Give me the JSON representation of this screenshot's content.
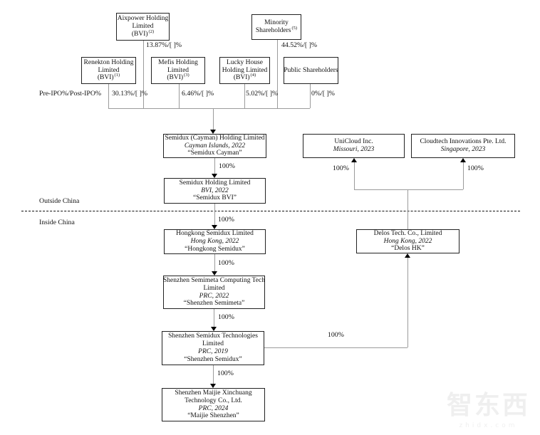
{
  "labels": {
    "pre_ipo": "Pre-IPO%/Post-IPO%",
    "outside_china": "Outside China",
    "inside_china": "Inside China"
  },
  "nodes": {
    "aixpower": {
      "l1": "Aixpower Holding",
      "l2": "Limited",
      "l3": "(BVI)",
      "sup": "(2)"
    },
    "minority": {
      "l1": "Minority",
      "l2": "Shareholders",
      "sup": "(5)"
    },
    "renekton": {
      "l1": "Renekton Holding",
      "l2": "Limited",
      "l3": "(BVI)",
      "sup": "(1)"
    },
    "mefis": {
      "l1": "Mefis Holding",
      "l2": "Limited",
      "l3": "(BVI)",
      "sup": "(3)"
    },
    "lucky": {
      "l1": "Lucky House",
      "l2": "Holding Limited",
      "l3": "(BVI)",
      "sup": "(4)"
    },
    "public": {
      "l1": "Public Shareholders"
    },
    "cayman": {
      "l1": "Semidux (Cayman) Holding Limited",
      "l2": "Cayman Islands, 2022",
      "l3": "“Semidux Cayman”"
    },
    "unicloud": {
      "l1": "UniCloud Inc.",
      "l2": "Missouri, 2023"
    },
    "cloudtech": {
      "l1": "Cloudtech Innovations Pte. Ltd.",
      "l2": "Singapore, 2023"
    },
    "bvi": {
      "l1": "Semidux Holding Limited",
      "l2": "BVI, 2022",
      "l3": "“Semidux BVI”"
    },
    "hongkong": {
      "l1": "Hongkong Semidux Limited",
      "l2": "Hong Kong, 2022",
      "l3": "“Hongkong Semidux”"
    },
    "delos": {
      "l1": "Delos Tech. Co., Limited",
      "l2": "Hong Kong, 2022",
      "l3": "“Delos HK”"
    },
    "semimeta": {
      "l1": "Shenzhen Semimeta Computing Tech",
      "l2": "Limited",
      "l3": "PRC, 2022",
      "l4": "“Shenzhen Semimeta”"
    },
    "szsemidux": {
      "l1": "Shenzhen Semidux Technologies",
      "l2": "Limited",
      "l3": "PRC, 2019",
      "l4": "“Shenzhen Semidux”"
    },
    "maijie": {
      "l1": "Shenzhen Maijie Xinchuang",
      "l2": "Technology Co., Ltd.",
      "l3": "PRC, 2024",
      "l4": "“Maijie Shenzhen”"
    }
  },
  "edges": {
    "aixpower_pct": "13.87%/[ ]%",
    "minority_pct": "44.52%/[ ]%",
    "renekton_pct": "30.13%/[ ]%",
    "mefis_pct": "6.46%/[ ]%",
    "lucky_pct": "5.02%/[ ]%",
    "public_pct": "0%/[ ]%",
    "pct_100": "100%"
  },
  "watermark": {
    "cn": "智东西",
    "en": "zhidx.com"
  },
  "colors": {
    "connector": "#9b9b9b",
    "box_border": "#222222",
    "arrow": "#000000",
    "background": "#ffffff"
  }
}
